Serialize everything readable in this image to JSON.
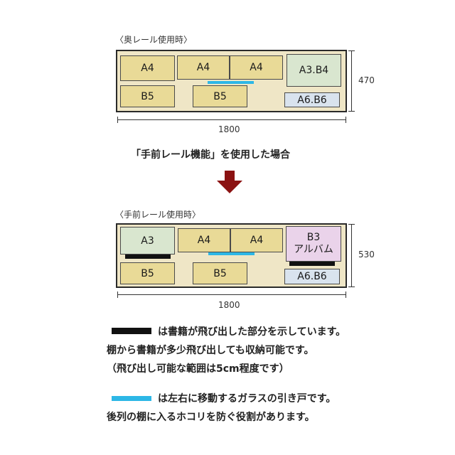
{
  "top": {
    "caption": "〈奥レール使用時〉",
    "boxes": {
      "a4_left": "A4",
      "a4_mid1": "A4",
      "a4_mid2": "A4",
      "a3b4": "A3.B4",
      "b5_left": "B5",
      "b5_mid": "B5",
      "a6b6": "A6.B6"
    },
    "depth": "470",
    "width": "1800"
  },
  "heading": "「手前レール機能」を使用した場合",
  "bottom": {
    "caption": "〈手前レール使用時〉",
    "boxes": {
      "a3": "A3",
      "a4_mid1": "A4",
      "a4_mid2": "A4",
      "b3": "B3",
      "album": "アルバム",
      "b5_left": "B5",
      "b5_mid": "B5",
      "a6b6": "A6.B6"
    },
    "depth": "530",
    "width": "1800"
  },
  "legend": {
    "black_line1": "は書籍が飛び出した部分を示しています。",
    "black_line2": "棚から書籍が多少飛び出しても収納可能です。",
    "black_line3": "（飛び出し可能な範囲は5cm程度です）",
    "blue_line1": "は左右に移動するガラスの引き戸です。",
    "blue_line2": "後列の棚に入るホコリを防ぐ役割があります。"
  },
  "colors": {
    "arrow": "#8b1212",
    "blue": "#2db7e6",
    "black": "#111111",
    "shelf": "#efe6c6"
  }
}
